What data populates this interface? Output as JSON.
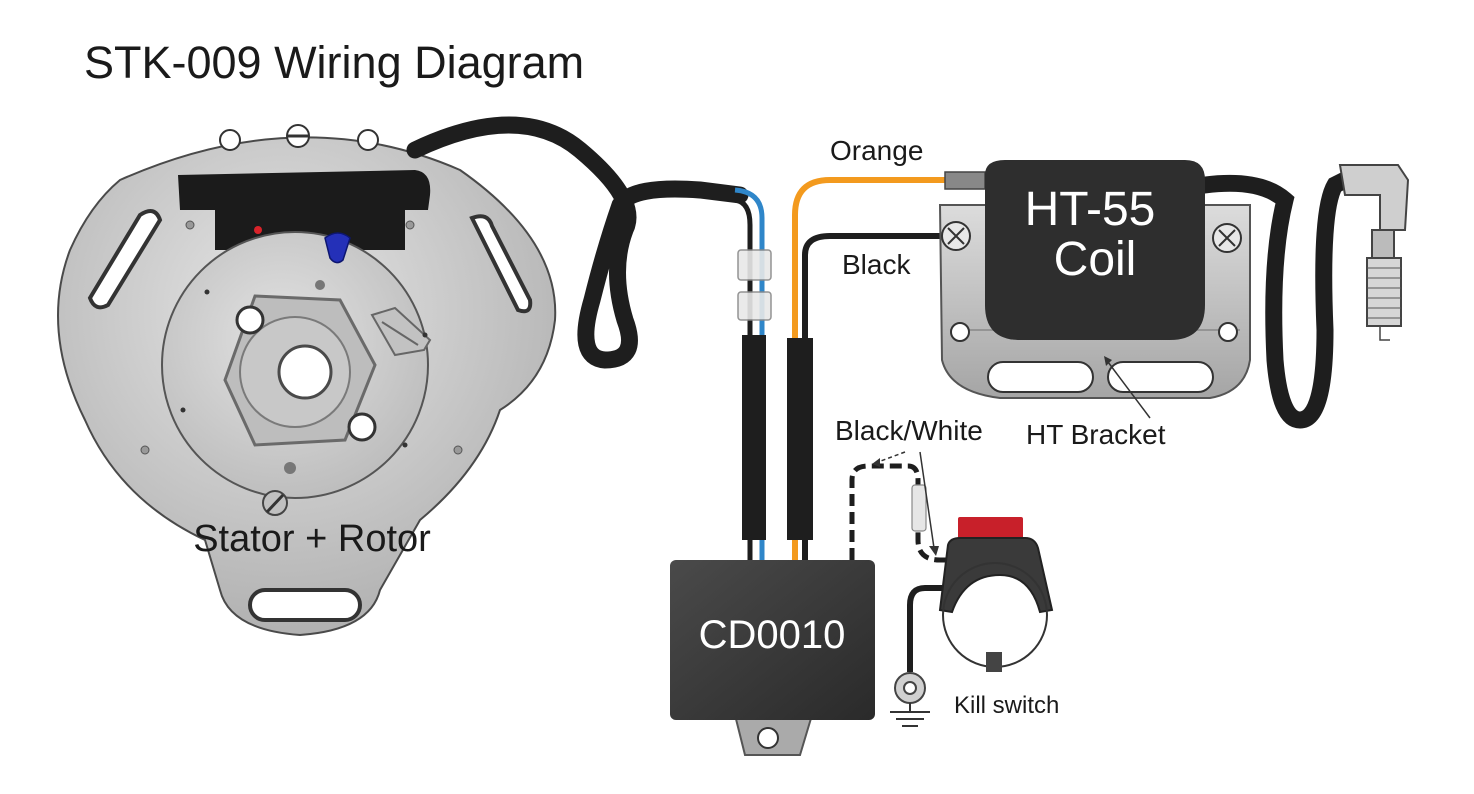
{
  "title": "STK-009 Wiring Diagram",
  "components": {
    "stator": "Stator + Rotor",
    "cdi": "CD0010",
    "coil_line1": "HT-55",
    "coil_line2": "Coil",
    "bracket": "HT Bracket",
    "kill_switch": "Kill switch"
  },
  "wires": {
    "orange": "Orange",
    "black": "Black",
    "black_white": "Black/White"
  },
  "colors": {
    "cable": "#1e1e1e",
    "wire_orange": "#f39a1e",
    "wire_blue": "#2f86c9",
    "metal_plate": "#c9c9c9",
    "module": "#3a3a3a",
    "switch_button": "#c8202a"
  }
}
